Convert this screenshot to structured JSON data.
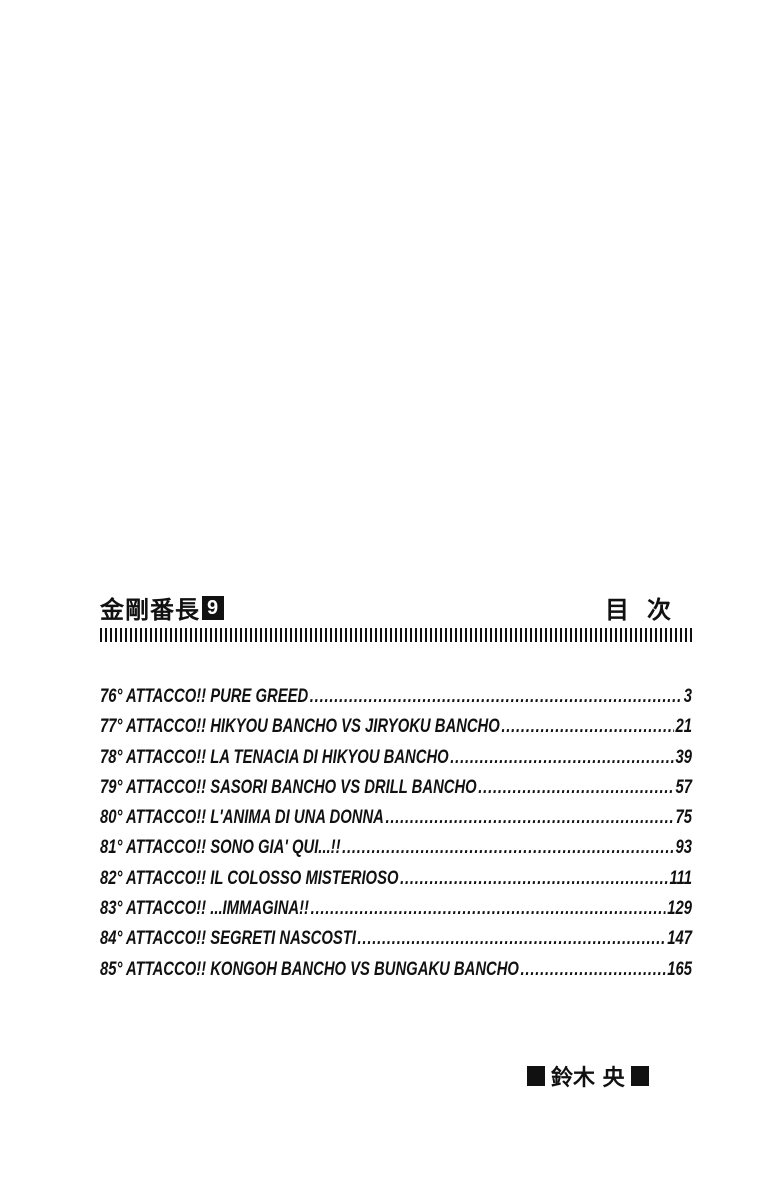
{
  "header": {
    "series_title": "金剛番長",
    "volume": "9",
    "toc_label": "目次"
  },
  "entries": [
    {
      "title": "76° ATTACCO!! PURE GREED",
      "page": "3"
    },
    {
      "title": "77° ATTACCO!! HIKYOU BANCHO VS JIRYOKU BANCHO",
      "page": "21"
    },
    {
      "title": "78° ATTACCO!! LA TENACIA DI HIKYOU BANCHO",
      "page": "39"
    },
    {
      "title": "79° ATTACCO!! SASORI BANCHO VS DRILL BANCHO",
      "page": "57"
    },
    {
      "title": "80° ATTACCO!! L'ANIMA DI UNA DONNA",
      "page": "75"
    },
    {
      "title": "81° ATTACCO!! SONO GIA' QUI...!!",
      "page": "93"
    },
    {
      "title": "82° ATTACCO!! IL COLOSSO MISTERIOSO",
      "page": "111"
    },
    {
      "title": "83° ATTACCO!! ...IMMAGINA!!",
      "page": "129"
    },
    {
      "title": "84° ATTACCO!! SEGRETI NASCOSTI",
      "page": "147"
    },
    {
      "title": "85° ATTACCO!! KONGOH BANCHO VS BUNGAKU BANCHO",
      "page": "165"
    }
  ],
  "author": "鈴木 央"
}
